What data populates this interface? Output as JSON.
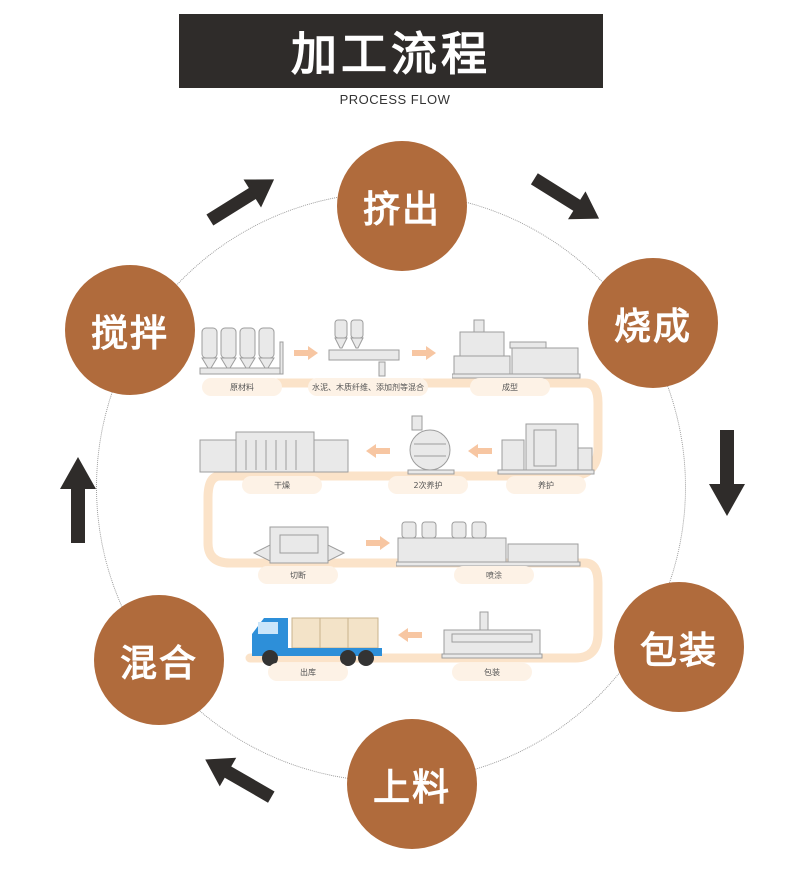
{
  "title": "加工流程",
  "subtitle": "PROCESS FLOW",
  "cycle_steps": [
    "挤出",
    "烧成",
    "包装",
    "上料",
    "混合",
    "搅拌"
  ],
  "flow_steps": [
    "原材料",
    "水泥、木质纤维、添加剂等混合",
    "成型",
    "养护",
    "2次养护",
    "干燥",
    "切断",
    "喷涂",
    "包装",
    "出库"
  ],
  "colors": {
    "step_fill": "#b06b3c",
    "title_bg": "#2f2c2a",
    "arrow": "#2f2c2a",
    "flow_path": "#fbe3c9"
  }
}
